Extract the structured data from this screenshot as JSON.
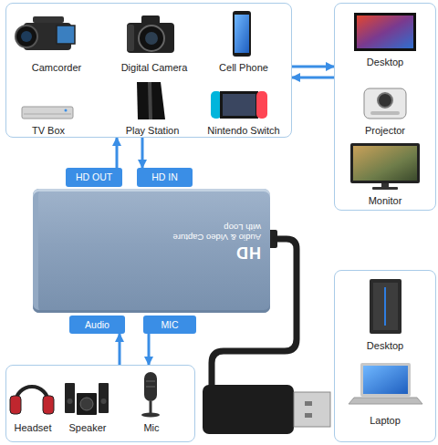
{
  "diagram": {
    "nodes": [
      {
        "text": [
          "Camcorder",
          "Digital Camera",
          "Cell Phone",
          "TV Box",
          "Play Station",
          "Nintendo Switch"
        ]
      },
      {
        "text": [
          "Desktop",
          "Projector",
          "Monitor"
        ]
      },
      {
        "text": [
          "HD OUT"
        ]
      },
      {
        "text": [
          "HD IN"
        ]
      },
      {
        "text": [
          "HD",
          "Audio & Video Capture with Loop"
        ]
      },
      {
        "text": [
          "Audio"
        ]
      },
      {
        "text": [
          "MIC"
        ]
      },
      {
        "text": [
          "Headset",
          "Speaker",
          "Mic"
        ]
      },
      {
        "text": [
          "Desktop",
          "Laptop"
        ]
      }
    ],
    "edges": [
      {
        "from": 0,
        "to": 1,
        "arrow": "to"
      },
      {
        "from": 1,
        "to": 0,
        "arrow": "to"
      },
      {
        "from": 2,
        "to": 0,
        "arrow": "to"
      },
      {
        "from": 0,
        "to": 3,
        "arrow": "to"
      },
      {
        "from": 7,
        "to": 5,
        "arrow": "to"
      },
      {
        "from": 6,
        "to": 7,
        "arrow": "to"
      }
    ]
  }
}
